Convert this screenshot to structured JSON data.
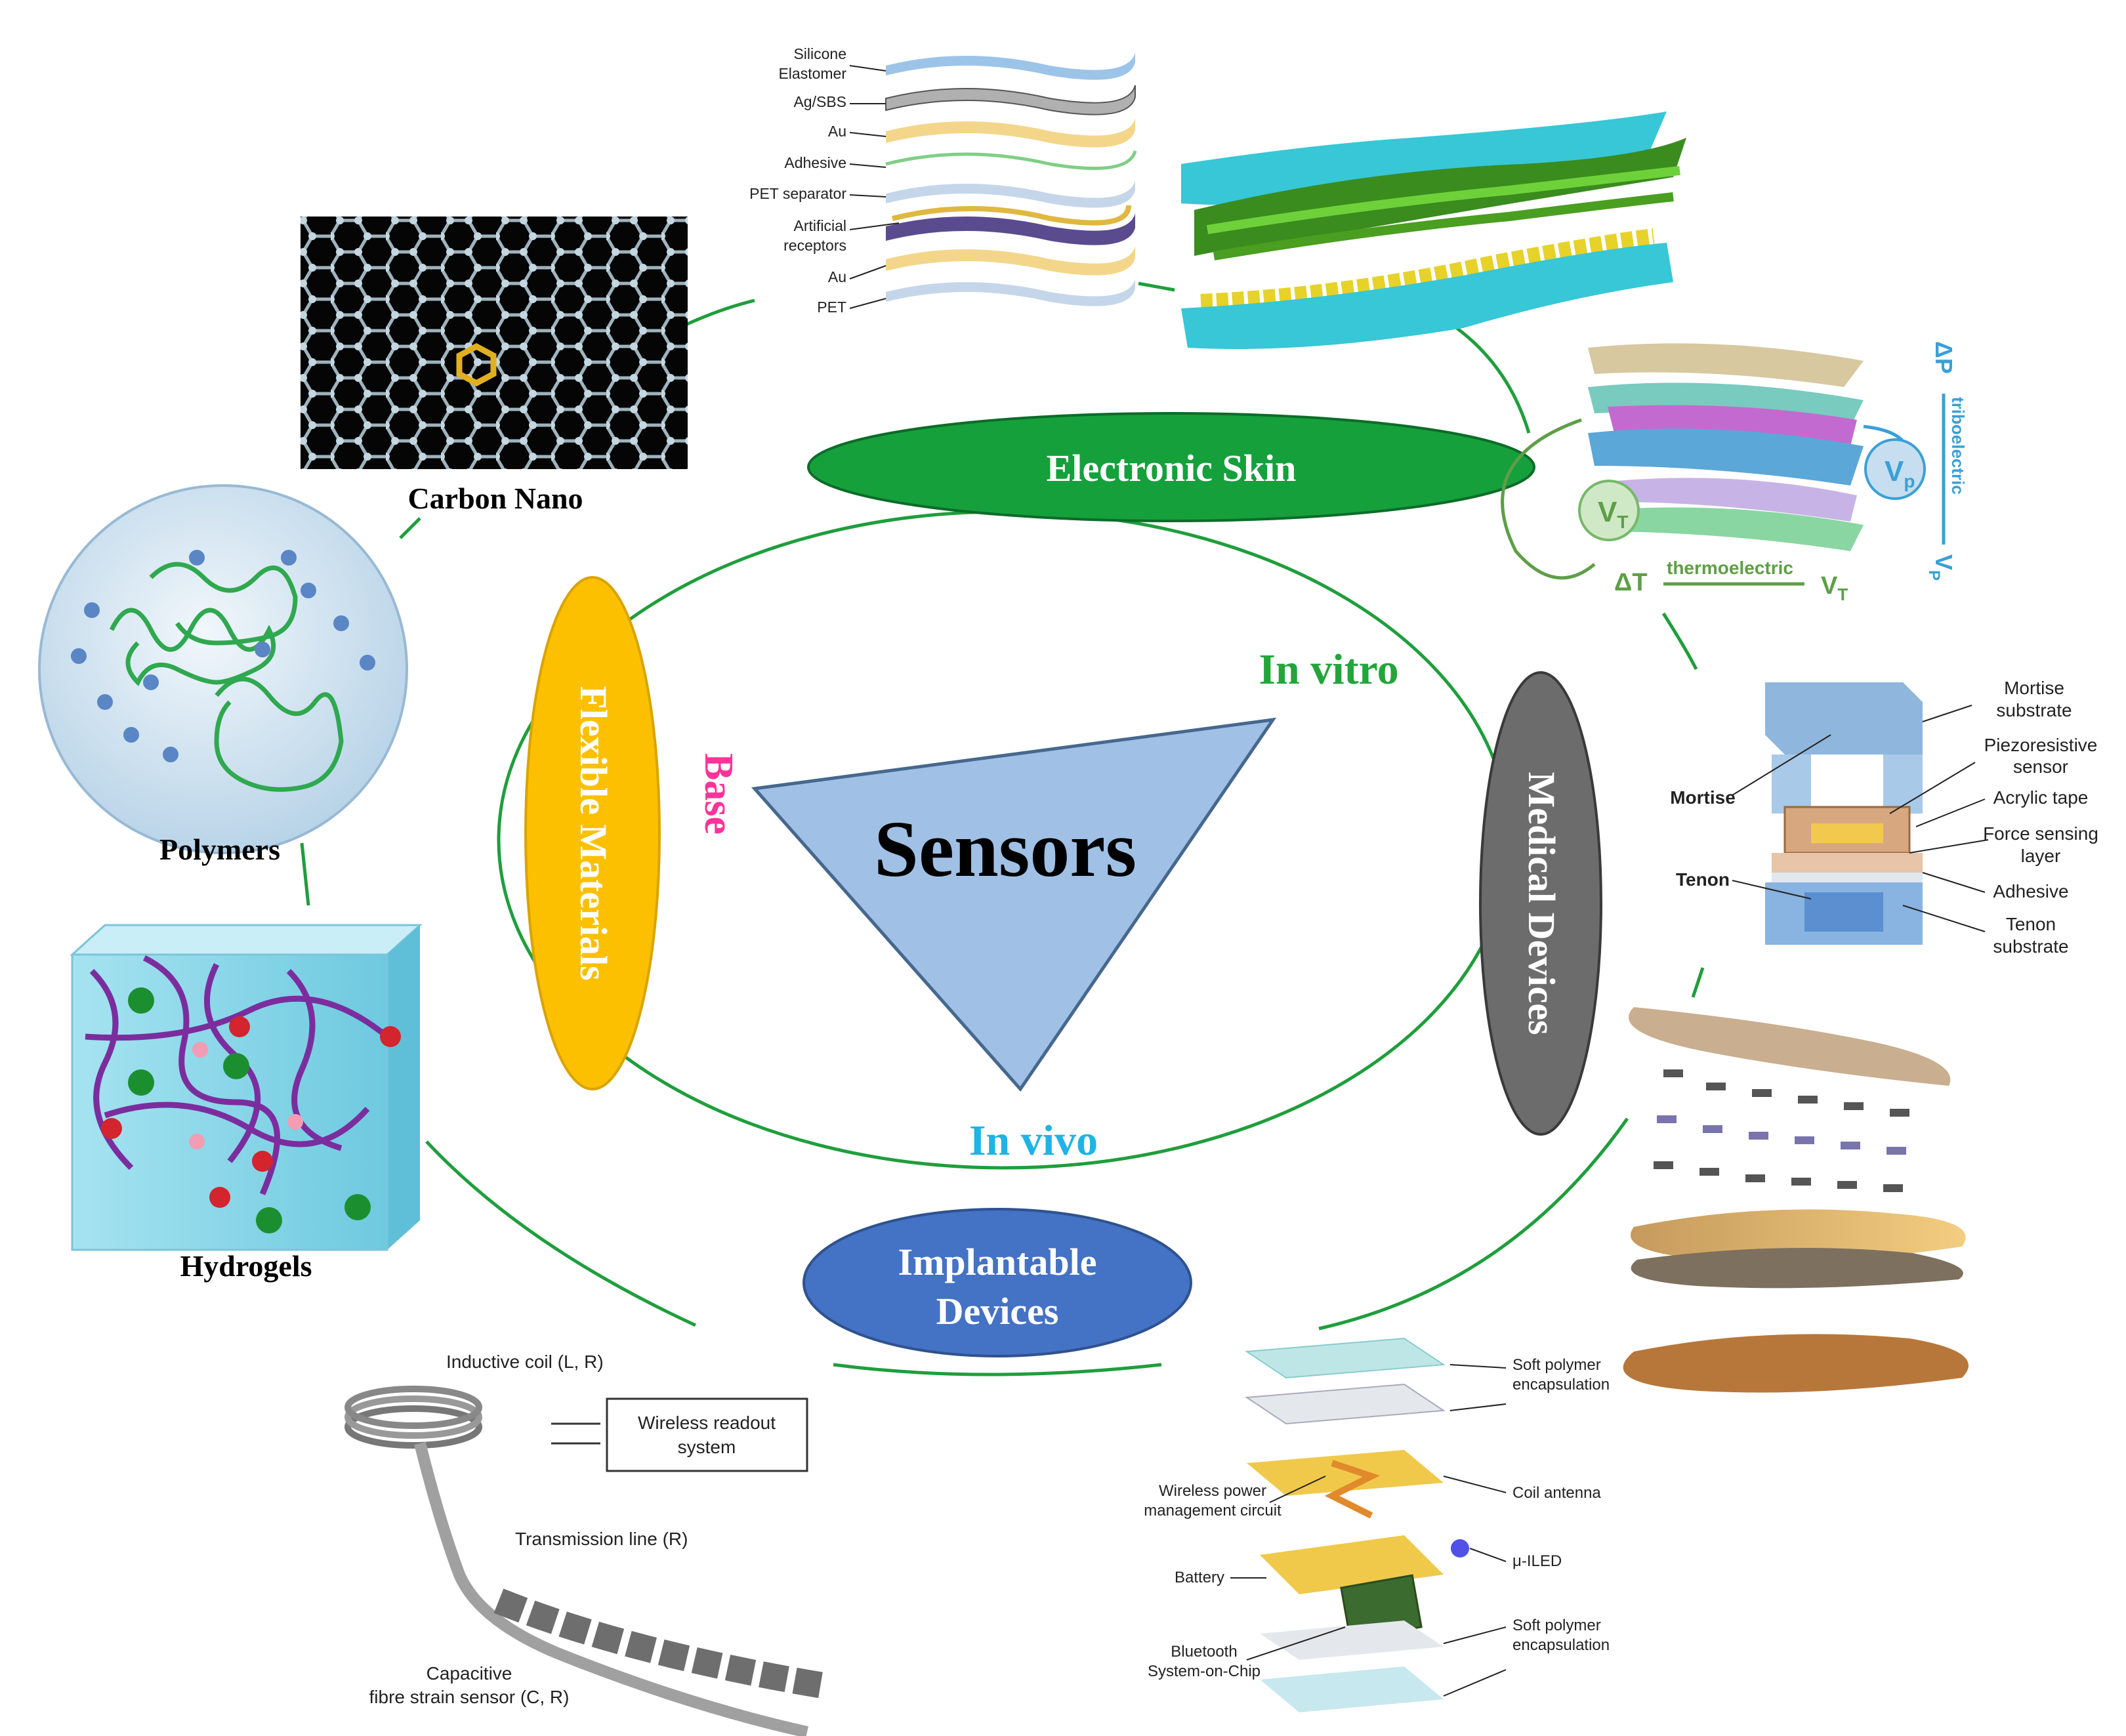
{
  "center": {
    "title": "Sensors",
    "base_label": "Base",
    "in_vitro_label": "In vitro",
    "in_vivo_label": "In vivo"
  },
  "categories": {
    "electronic_skin": "Electronic Skin",
    "flexible_materials": "Flexible Materials",
    "medical_devices": "Medical Devices",
    "implantable_devices_line1": "Implantable",
    "implantable_devices_line2": "Devices"
  },
  "materials": {
    "carbon_nano": "Carbon Nano",
    "polymers": "Polymers",
    "hydrogels": "Hydrogels"
  },
  "eskin_layers": [
    "Silicone",
    "Elastomer",
    "Ag/SBS",
    "Au",
    "Adhesive",
    "PET separator",
    "Artificial",
    "receptors",
    "Au",
    "PET"
  ],
  "dual_sensor": {
    "delta_p": "ΔP",
    "triboelectric": "triboelectric",
    "vp": "V",
    "vp_sub": "P",
    "vp_bubble": "V",
    "vp_bubble_sub": "p",
    "delta_t": "ΔT",
    "thermoelectric": "thermoelectric",
    "vt": "V",
    "vt_sub": "T",
    "vt_bubble": "V",
    "vt_bubble_sub": "T"
  },
  "force_sensor": {
    "labels": [
      "Mortise",
      "substrate",
      "Piezoresistive",
      "sensor",
      "Acrylic tape",
      "Force sensing",
      "layer",
      "Adhesive",
      "Tenon",
      "substrate"
    ],
    "left_labels": [
      "Mortise",
      "Tenon"
    ]
  },
  "fibre_sensor": {
    "coil": "Inductive coil (L, R)",
    "readout_line1": "Wireless readout",
    "readout_line2": "system",
    "transmission": "Transmission line (R)",
    "sensor_line1": "Capacitive",
    "sensor_line2": "fibre strain sensor (C, R)"
  },
  "implant_stack": {
    "right_labels": [
      "Soft polymer",
      "encapsulation",
      "Coil antenna",
      "μ-ILED",
      "Soft polymer",
      "encapsulation"
    ],
    "left_labels": [
      "Wireless power",
      "management circuit",
      "Battery",
      "Bluetooth",
      "System-on-Chip"
    ]
  },
  "colors": {
    "green_line": "#1f9e3c",
    "eskin": "#15a03c",
    "flex": "#fcc000",
    "medical": "#6c6c6c",
    "implant": "#4472c4",
    "triangle": "#a0c1e5",
    "base": "#ff3399",
    "vitro": "#22a53a",
    "vivo": "#1fb3e6"
  }
}
